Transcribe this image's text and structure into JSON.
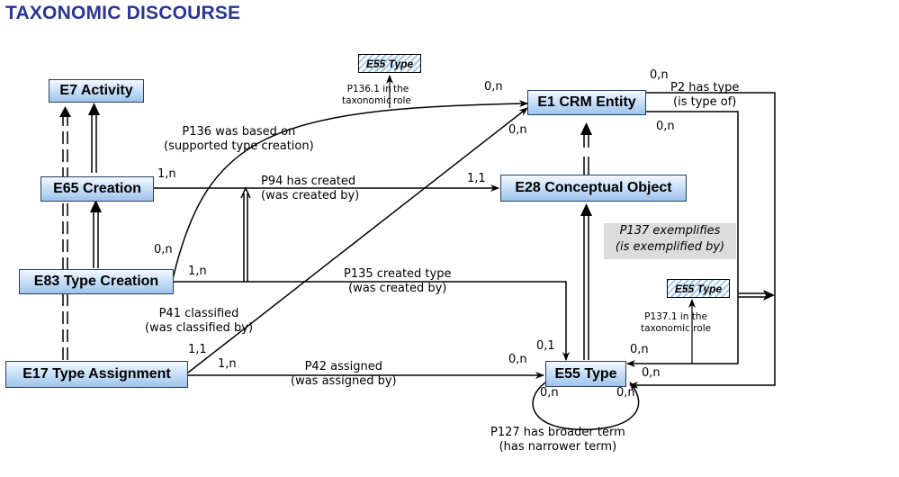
{
  "title": "TAXONOMIC DISCOURSE",
  "entities": {
    "e7": "E7 Activity",
    "e65": "E65 Creation",
    "e83": "E83  Type Creation",
    "e17": "E17  Type Assignment",
    "e1": "E1 CRM Entity",
    "e28": "E28 Conceptual Object",
    "e55": "E55 Type",
    "e55_role_p136": "E55 Type",
    "e55_role_p137": "E55 Type"
  },
  "properties": {
    "p136": {
      "line1": "P136 was based   on",
      "line2": "(supported type    creation)"
    },
    "p136_1": {
      "left1": "P136.1 in",
      "left2": "taxonomic",
      "right1": "the",
      "right2": "role"
    },
    "p94": {
      "line1": "P94 has created",
      "line2": "(was created by)"
    },
    "p135": {
      "line1": "P135 created type",
      "line2": "(was created by)"
    },
    "p41": {
      "line1": "P41 classified",
      "line2": "(was classified    by)"
    },
    "p42": {
      "line1": "P42 assigned",
      "line2": "(was assigned by)"
    },
    "p2": {
      "line1": "P2 has type",
      "line2": "(is type of)"
    },
    "p137": {
      "line1": "P137 exemplifies",
      "line2": "(is exemplified by)"
    },
    "p137_1": {
      "line1": "P137.1 in the",
      "line2": "taxonomic role"
    },
    "p127": {
      "line1": "P127 has broader term",
      "line2": "(has narrower term)"
    }
  },
  "cardinalities": {
    "p136_domain": "0,n",
    "p136_range": "0,n",
    "p41_range_e1": "0,n",
    "p2_domain": "0,n",
    "p2_range_top": "0,n",
    "p94_domain": "1,n",
    "p94_range": "1,1",
    "p135_domain": "1,n",
    "p135_range": "0,1",
    "p41_domain": "1,1",
    "p42_domain": "1,n",
    "p42_range": "0,n",
    "p2_range": "0,n",
    "p137_range": "0,n",
    "p127_left": "0,n",
    "p127_right": "0,n"
  }
}
